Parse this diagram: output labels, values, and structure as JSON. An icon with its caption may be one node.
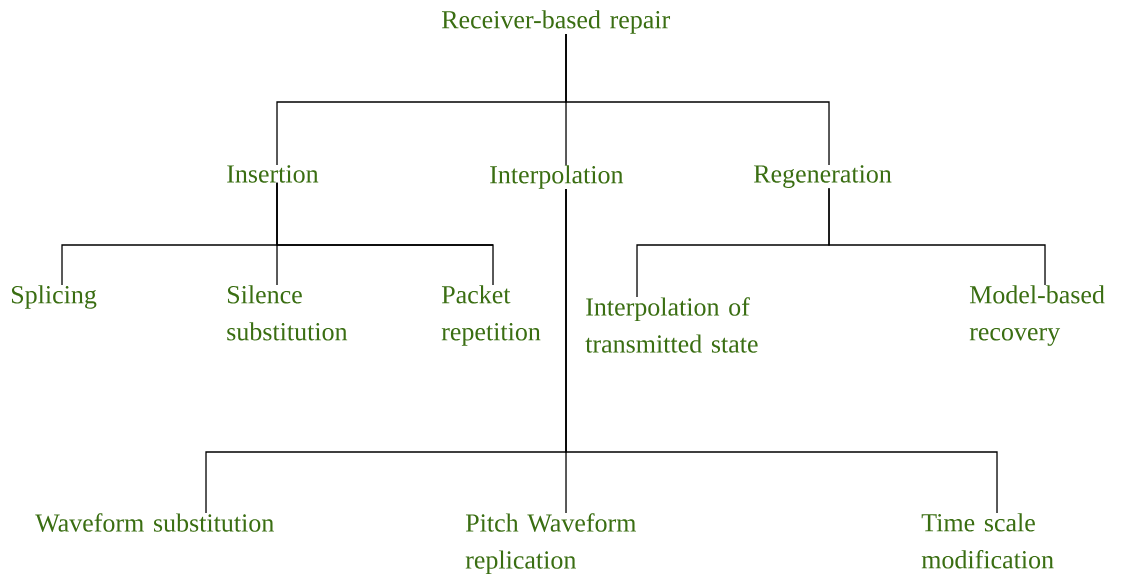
{
  "diagram": {
    "nodes": [
      {
        "text": [
          "Receiver-based repair"
        ]
      },
      {
        "text": [
          "Insertion"
        ]
      },
      {
        "text": [
          "Interpolation"
        ]
      },
      {
        "text": [
          "Regeneration"
        ]
      },
      {
        "text": [
          "Splicing"
        ]
      },
      {
        "text": [
          "Silence substitution"
        ]
      },
      {
        "text": [
          "Packet repetition"
        ]
      },
      {
        "text": [
          "Interpolation of transmitted state"
        ]
      },
      {
        "text": [
          "Model-based recovery"
        ]
      },
      {
        "text": [
          "Waveform substitution"
        ]
      },
      {
        "text": [
          "Pitch Waveform replication"
        ]
      },
      {
        "text": [
          "Time scale modification"
        ]
      }
    ],
    "edges": [
      {
        "from": 0,
        "to": 1,
        "arrow": "none"
      },
      {
        "from": 0,
        "to": 2,
        "arrow": "none"
      },
      {
        "from": 0,
        "to": 3,
        "arrow": "none"
      },
      {
        "from": 1,
        "to": 4,
        "arrow": "none"
      },
      {
        "from": 1,
        "to": 5,
        "arrow": "none"
      },
      {
        "from": 1,
        "to": 6,
        "arrow": "none"
      },
      {
        "from": 3,
        "to": 7,
        "arrow": "none"
      },
      {
        "from": 3,
        "to": 8,
        "arrow": "none"
      },
      {
        "from": 2,
        "to": 9,
        "arrow": "none"
      },
      {
        "from": 2,
        "to": 10,
        "arrow": "none"
      },
      {
        "from": 2,
        "to": 11,
        "arrow": "none"
      }
    ]
  }
}
